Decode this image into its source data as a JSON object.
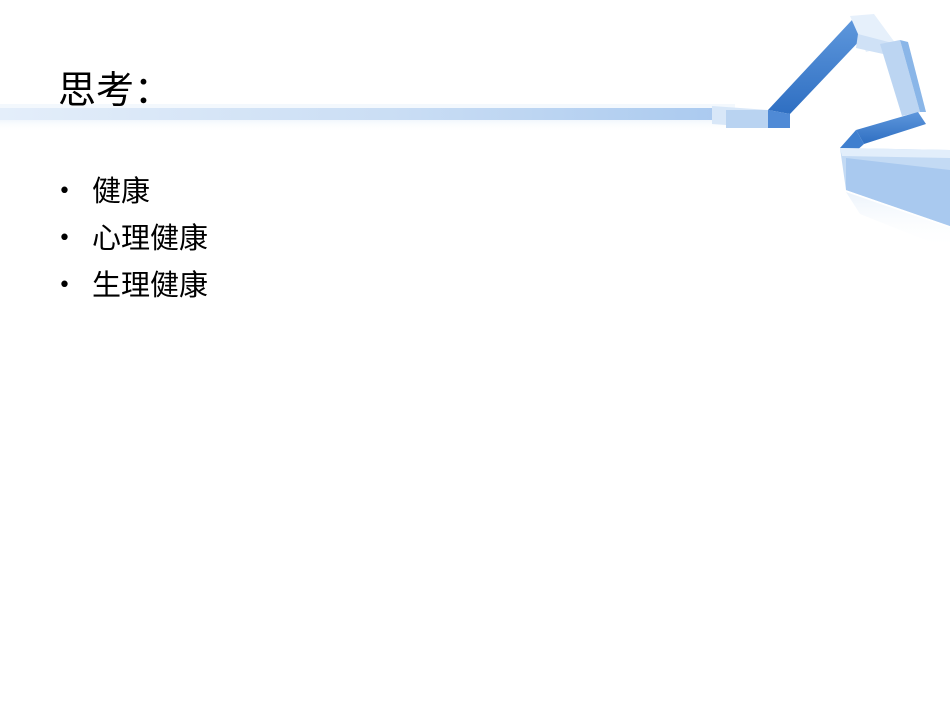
{
  "slide": {
    "title": "思考：",
    "bullets": [
      {
        "text": "健康"
      },
      {
        "text": "心理健康"
      },
      {
        "text": "生理健康"
      }
    ]
  },
  "decoration": {
    "ribbon_icon": "paper-ribbon-house-roof",
    "colors": {
      "ribbon_light": "#cfe2f7",
      "ribbon_mid": "#8ab6e8",
      "ribbon_dark": "#3f7fcf",
      "background": "#ffffff"
    }
  }
}
